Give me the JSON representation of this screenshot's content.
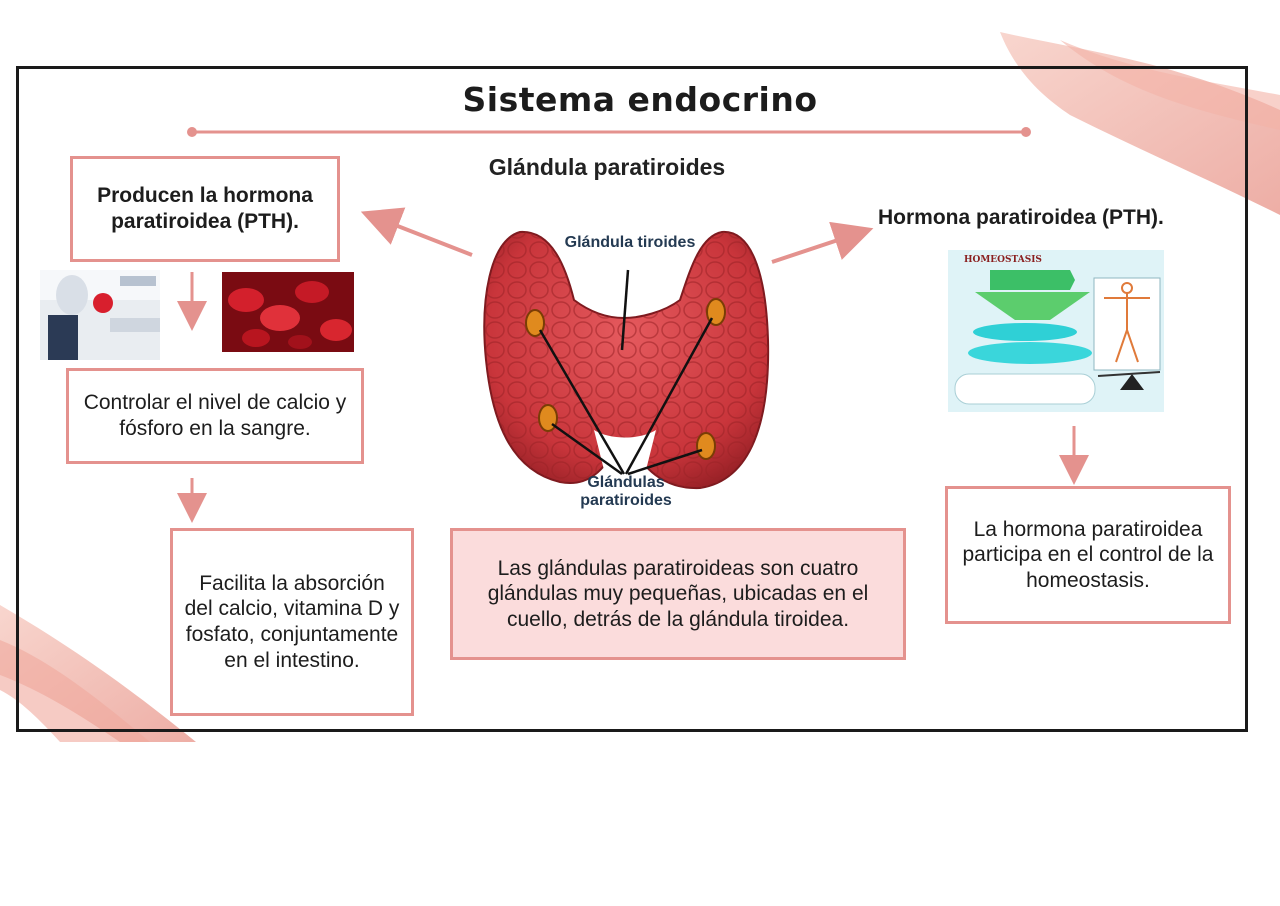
{
  "title": "Sistema endocrino",
  "subtitle": "Glándula paratiroides",
  "left": {
    "box1": "Producen la hormona paratiroidea (PTH).",
    "box2": "Controlar el nivel de calcio y fósforo en la sangre.",
    "box3": "Facilita la absorción del calcio, vitamina D y fosfato, conjuntamente en el intestino."
  },
  "center": {
    "label_thyroid": "Glándula tiroides",
    "label_parathyroid": "Glándulas paratiroides",
    "description": "Las glándulas paratiroideas son cuatro glándulas muy pequeñas, ubicadas en el cuello, detrás de la glándula tiroidea."
  },
  "right": {
    "heading": "Hormona paratiroidea (PTH).",
    "image_title": "HOMEOSTASIS",
    "box": "La hormona paratiroidea participa en el control de la homeostasis."
  },
  "colors": {
    "accent": "#e4928e",
    "thyroid": "#c9353b",
    "parathyroid": "#e08a1e",
    "brush": "#f1b3a8"
  }
}
